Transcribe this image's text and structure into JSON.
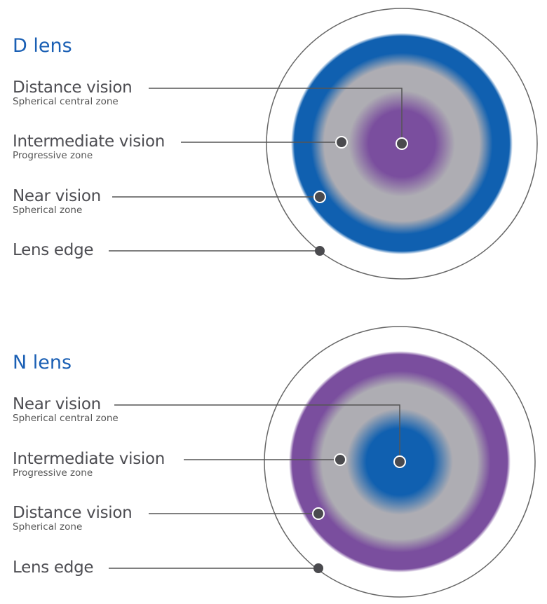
{
  "colors": {
    "blue": "#1060b0",
    "purple": "#7a4e9e",
    "grey": "#aeadb3",
    "dot": "#4a4a4e",
    "title": "#1a5fb4"
  },
  "diagrams": [
    {
      "title": "D lens",
      "labels": [
        {
          "main": "Distance vision",
          "sub": "Spherical central zone"
        },
        {
          "main": "Intermediate vision",
          "sub": "Progressive zone"
        },
        {
          "main": "Near vision",
          "sub": "Spherical zone"
        },
        {
          "main": "Lens edge",
          "sub": ""
        }
      ]
    },
    {
      "title": "N lens",
      "labels": [
        {
          "main": "Near vision",
          "sub": "Spherical central zone"
        },
        {
          "main": "Intermediate vision",
          "sub": "Progressive zone"
        },
        {
          "main": "Distance vision",
          "sub": "Spherical zone"
        },
        {
          "main": "Lens edge",
          "sub": ""
        }
      ]
    }
  ]
}
